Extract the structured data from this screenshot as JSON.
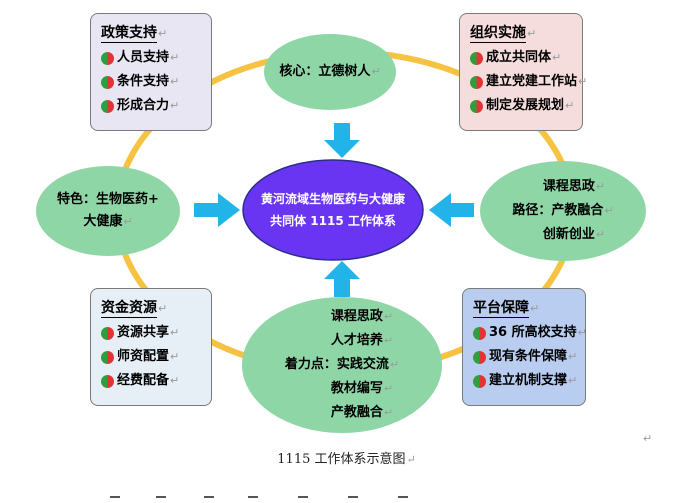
{
  "colors": {
    "ring": "#f5c242",
    "ellipse_green": "#8fd6a7",
    "center_purple": "#6a35f2",
    "arrow_blue": "#22b4e9",
    "box_policy": "#e9e6f3",
    "box_org": "#f6dddd",
    "box_fund": "#e6eef6",
    "box_platform": "#b8cdf0"
  },
  "center": {
    "line1": "黄河流域生物医药与大健康",
    "line2": "共同体 1115 工作体系"
  },
  "core": {
    "text": "核心：立德树人"
  },
  "feature": {
    "line1": "特色：生物医药+",
    "line2": "大健康"
  },
  "path": {
    "line1": "课程思政",
    "line2": "路径：产教融合",
    "line3": "创新创业"
  },
  "focus": {
    "line1": "课程思政",
    "line2": "人才培养",
    "line3": "着力点：实践交流",
    "line4": "教材编写",
    "line5": "产教融合"
  },
  "policy": {
    "title": "政策支持",
    "items": [
      "人员支持",
      "条件支持",
      "形成合力"
    ]
  },
  "org": {
    "title": "组织实施",
    "items": [
      "成立共同体",
      "建立党建工作站",
      "制定发展规划"
    ]
  },
  "fund": {
    "title": "资金资源",
    "items": [
      "资源共享",
      "师资配置",
      "经费配备"
    ]
  },
  "platform": {
    "title": "平台保障",
    "items": [
      "36 所高校支持",
      "现有条件保障",
      "建立机制支撑"
    ]
  },
  "return_mark": "↵",
  "caption": "1115 工作体系示意图"
}
